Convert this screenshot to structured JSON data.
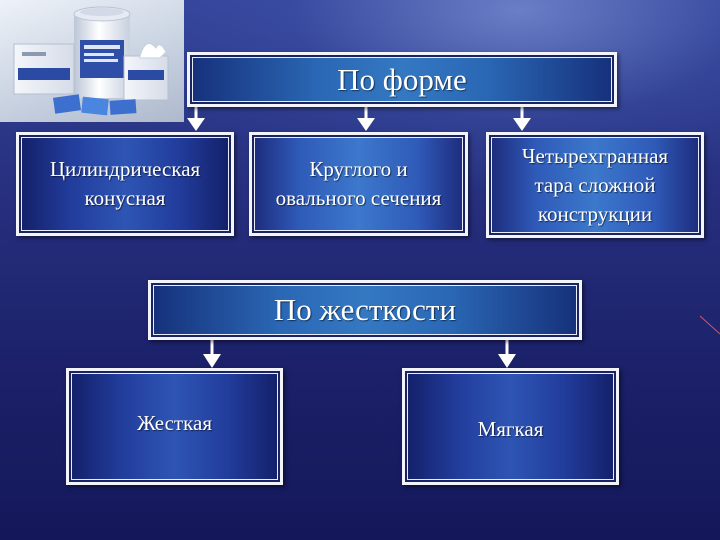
{
  "diagram": {
    "shape_header": "По форме",
    "shape_items": [
      "Цилиндрическая\nконусная",
      "Круглого и\nовального сечения",
      "Четырехгранная\nтара сложной\nконструкции"
    ],
    "rigidity_header": "По жесткости",
    "rigidity_items": [
      "Жесткая",
      "Мягкая"
    ]
  },
  "colors": {
    "background": "#1b2068",
    "box_fill": "#3c78cc",
    "box_border": "#f2f4fa",
    "text": "#ffffff"
  },
  "icons": [
    "product-photo",
    "down-arrow-icon"
  ]
}
